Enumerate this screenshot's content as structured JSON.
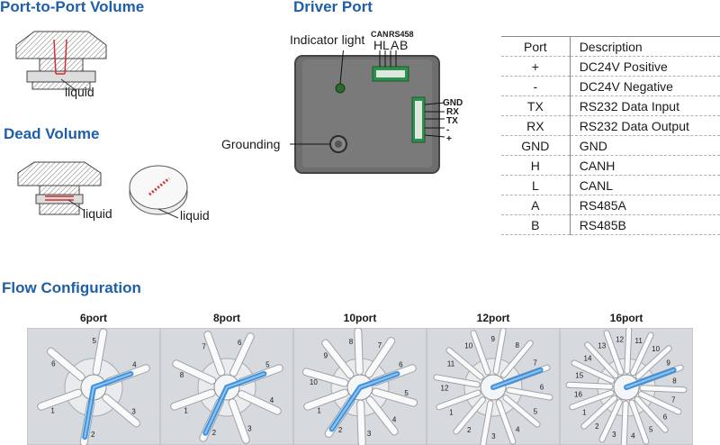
{
  "sections": {
    "port_to_port": "Port-to-Port Volume",
    "dead_volume": "Dead Volume",
    "driver_port": "Driver Port",
    "flow_config": "Flow Configuration"
  },
  "labels": {
    "liquid_1": "liquid",
    "liquid_2": "liquid",
    "liquid_3": "liquid",
    "indicator_light": "Indicator light",
    "grounding": "Grounding",
    "can": "CAN",
    "rs458": "RS458",
    "pin_h": "H",
    "pin_l": "L",
    "pin_a": "A",
    "pin_b": "B",
    "side_gnd": "GND",
    "side_rx": "RX",
    "side_tx": "TX",
    "side_minus": "-",
    "side_plus": "+"
  },
  "port_table": {
    "headers": [
      "Port",
      "Description"
    ],
    "rows": [
      {
        "port": "+",
        "desc": "DC24V Positive"
      },
      {
        "port": "-",
        "desc": "DC24V Negative"
      },
      {
        "port": "TX",
        "desc": "RS232 Data Input"
      },
      {
        "port": "RX",
        "desc": "RS232 Data Output"
      },
      {
        "port": "GND",
        "desc": "GND"
      },
      {
        "port": "H",
        "desc": "CANH"
      },
      {
        "port": "L",
        "desc": "CANL"
      },
      {
        "port": "A",
        "desc": "RS485A"
      },
      {
        "port": "B",
        "desc": "RS485B"
      }
    ]
  },
  "flow_configs": [
    {
      "title": "6port",
      "ports": 6
    },
    {
      "title": "8port",
      "ports": 8
    },
    {
      "title": "10port",
      "ports": 10
    },
    {
      "title": "12port",
      "ports": 12
    },
    {
      "title": "16port",
      "ports": 16
    }
  ],
  "colors": {
    "heading": "#1f5ea8",
    "flow_blue": "#2f86d8",
    "driver_body": "#707070"
  }
}
